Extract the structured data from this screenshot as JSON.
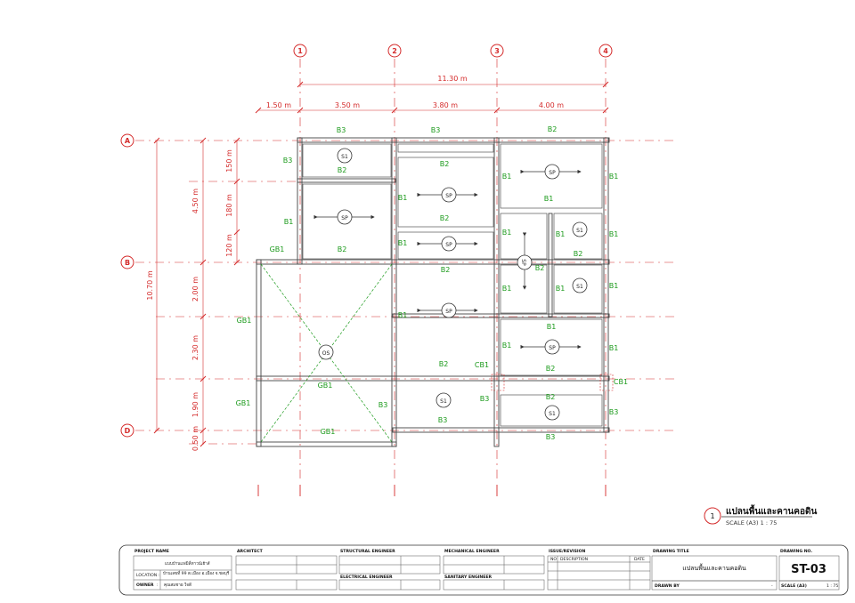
{
  "grid": {
    "columns": [
      "1",
      "2",
      "3",
      "4"
    ],
    "rows": [
      "A",
      "B",
      "D"
    ]
  },
  "dims": {
    "overall_width": "11.30 m",
    "bay_widths": [
      "1.50 m",
      "3.50 m",
      "3.80 m",
      "4.00 m"
    ],
    "overall_height": "10.70 m",
    "left_major": [
      "4.50 m",
      "2.00 m",
      "2.30 m",
      "1.90 m",
      "0.50 m"
    ],
    "left_minor": [
      "150 m",
      "180 m",
      "120 m"
    ]
  },
  "labels": {
    "b1": "B1",
    "b2": "B2",
    "b3": "B3",
    "gb1": "GB1",
    "cb1": "CB1",
    "s1": "S1",
    "sp": "SP",
    "os": "OS"
  },
  "title": {
    "number": "1",
    "name": "แปลนพื้นและคานคอดิน",
    "scale": "SCALE (A3)    1 : 75"
  },
  "title_block": {
    "project_name_h": "PROJECT NAME",
    "project_name": "แบบบ้านแฟมิลี่ทาวน์เฮ้าส์",
    "location_h": "LOCATION :",
    "location": "บ้านเลขที่ 99 ต.เมือง อ.เมือง จ.ชลบุรี",
    "owner_h": "OWNER",
    "owner_colon": ":",
    "owner": "คุณสมชาย ใจดี",
    "architect_h": "ARCHITECT",
    "structural_h": "STRUCTURAL ENGINEER",
    "mechanical_h": "MECHANICAL ENGINEER",
    "electrical_h": "ELECTRICAL ENGINEER",
    "sanitary_h": "SANITARY ENGINEER",
    "issue_h": "ISSUE/REVISION",
    "no_h": "NO",
    "desc_h": "DESCRIPTION",
    "date_h": "DATE",
    "drawing_title_h": "DRAWING TITLE",
    "drawing_title": "แปลนพื้นและคานคอดิน",
    "drawn_by_h": "DRAWN BY",
    "drawn_by_dash": "-",
    "drawing_no_h": "DRAWING NO.",
    "drawing_no": "ST-03",
    "scale_h": "SCALE (A3)",
    "scale_v": "1 : 75"
  }
}
